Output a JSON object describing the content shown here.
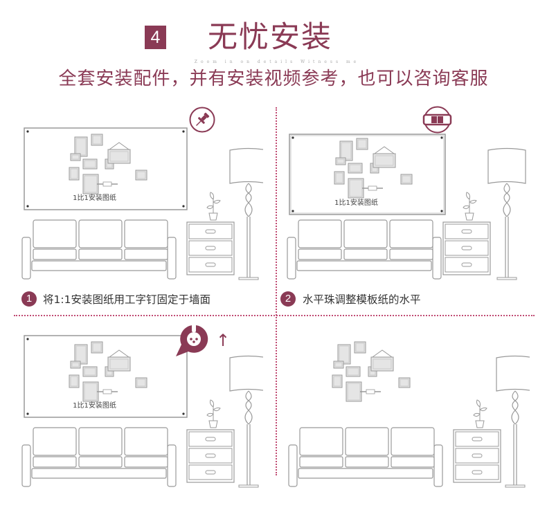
{
  "header": {
    "step_number": "4",
    "title": "无忧安装",
    "faint_caption": "Zoom in on details Witness me",
    "subtitle": "全套安装配件，并有安装视频参考，也可以咨询客服"
  },
  "panels": [
    {
      "paper_label": "1比1安装图纸",
      "step": "1",
      "caption": "将1:1安装图纸用工字钉固定于墙面",
      "tool_icon": "pushpin-icon"
    },
    {
      "paper_label": "1比1安装图纸",
      "step": "2",
      "caption": "水平珠调整模板纸的水平",
      "tool_icon": "spirit-level-icon"
    },
    {
      "paper_label": "1比1安装图纸",
      "tool_icon": "screw-drill-icon",
      "arrow": "↑"
    },
    {
      "paper_label": ""
    }
  ],
  "colors": {
    "accent": "#8a3a55",
    "line": "#999999",
    "frame_fill": "#e5e5e5"
  }
}
